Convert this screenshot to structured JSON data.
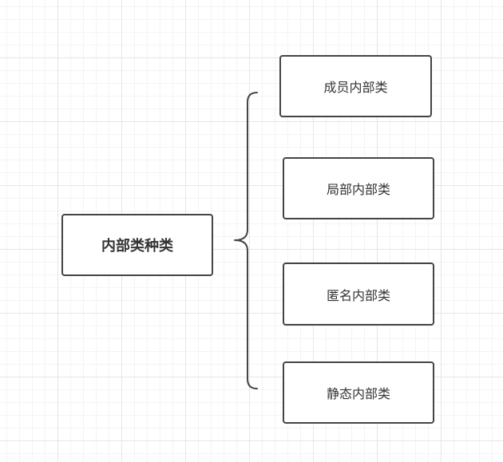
{
  "root": {
    "label": "内部类种类"
  },
  "children": [
    {
      "label": "成员内部类"
    },
    {
      "label": "局部内部类"
    },
    {
      "label": "匿名内部类"
    },
    {
      "label": "静态内部类"
    }
  ],
  "colors": {
    "stroke": "#444444",
    "text": "#333333",
    "grid": "#e6e6e6"
  }
}
